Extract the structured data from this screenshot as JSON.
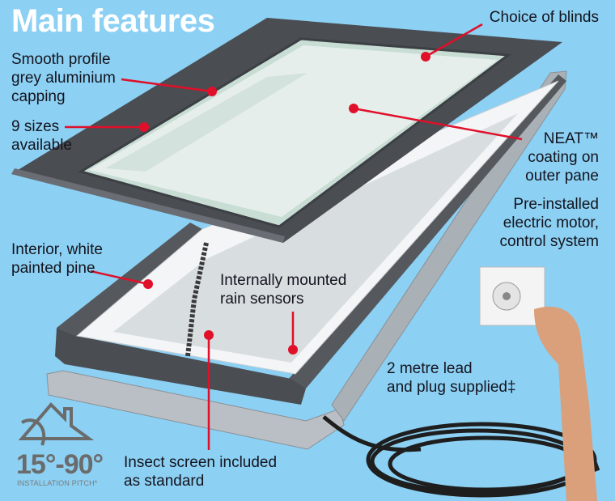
{
  "title": "Main features",
  "labels": {
    "blinds": [
      "Choice of blinds"
    ],
    "capping": [
      "Smooth profile",
      "grey aluminium",
      "capping"
    ],
    "sizes": [
      "9 sizes",
      "available"
    ],
    "neat": [
      "NEAT™",
      "coating on",
      "outer pane"
    ],
    "motor": [
      "Pre-installed",
      "electric motor,",
      "control system"
    ],
    "pine": [
      "Interior, white",
      "painted pine"
    ],
    "rain": [
      "Internally mounted",
      "rain sensors"
    ],
    "insect": [
      "Insect screen included",
      "as standard"
    ],
    "lead": [
      "2 metre lead",
      "and plug supplied‡"
    ]
  },
  "pitch": {
    "range": "15°-90°",
    "label": "INSTALLATION PITCH*"
  },
  "colors": {
    "background": "#8cd0f3",
    "callout": "#e0102a",
    "frame": "#4a4d52",
    "text": "#14141e"
  }
}
